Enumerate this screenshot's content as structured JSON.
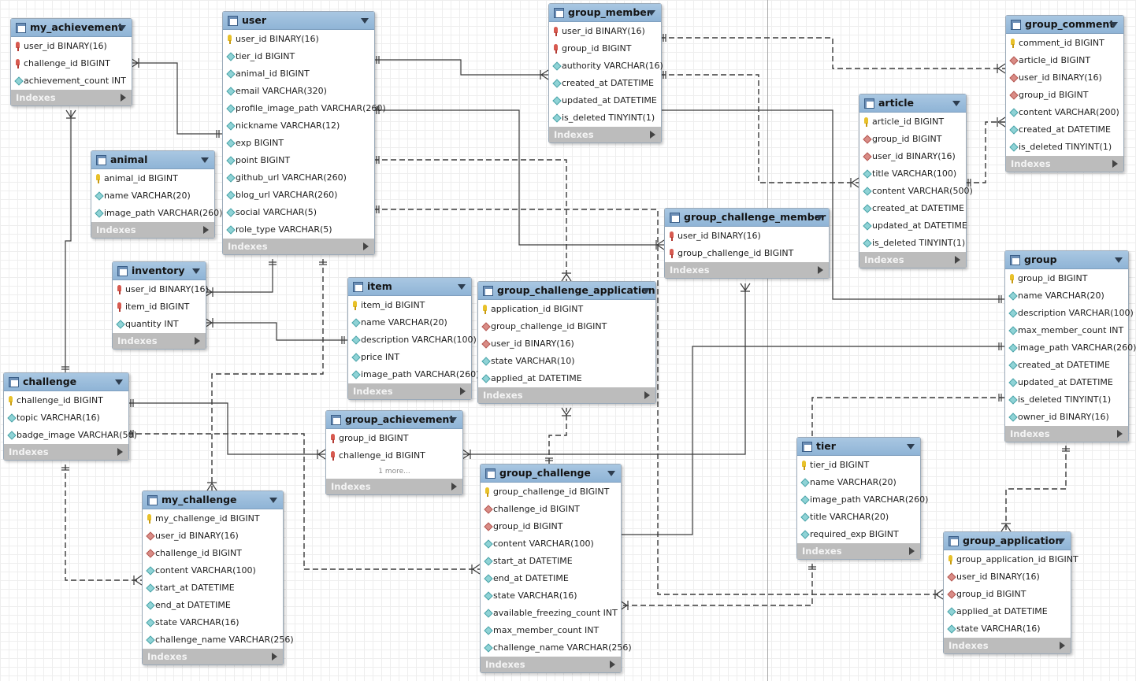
{
  "diagram": {
    "indexes_label": "Indexes",
    "entities": [
      {
        "id": "my_achievement",
        "name": "my_achievement",
        "fields": [
          {
            "name": "user_id BINARY(16)",
            "kind": "pkfk"
          },
          {
            "name": "challenge_id BIGINT",
            "kind": "pkfk"
          },
          {
            "name": "achievement_count INT",
            "kind": "col"
          }
        ]
      },
      {
        "id": "user",
        "name": "user",
        "fields": [
          {
            "name": "user_id BINARY(16)",
            "kind": "pk"
          },
          {
            "name": "tier_id BIGINT",
            "kind": "col"
          },
          {
            "name": "animal_id BIGINT",
            "kind": "col"
          },
          {
            "name": "email VARCHAR(320)",
            "kind": "col"
          },
          {
            "name": "profile_image_path VARCHAR(260)",
            "kind": "col"
          },
          {
            "name": "nickname VARCHAR(12)",
            "kind": "col"
          },
          {
            "name": "exp BIGINT",
            "kind": "col"
          },
          {
            "name": "point BIGINT",
            "kind": "col"
          },
          {
            "name": "github_url VARCHAR(260)",
            "kind": "col"
          },
          {
            "name": "blog_url VARCHAR(260)",
            "kind": "col"
          },
          {
            "name": "social VARCHAR(5)",
            "kind": "col"
          },
          {
            "name": "role_type VARCHAR(5)",
            "kind": "col"
          }
        ]
      },
      {
        "id": "group_member",
        "name": "group_member",
        "fields": [
          {
            "name": "user_id BINARY(16)",
            "kind": "pkfk"
          },
          {
            "name": "group_id BIGINT",
            "kind": "pkfk"
          },
          {
            "name": "authority VARCHAR(16)",
            "kind": "col"
          },
          {
            "name": "created_at DATETIME",
            "kind": "col"
          },
          {
            "name": "updated_at DATETIME",
            "kind": "col"
          },
          {
            "name": "is_deleted TINYINT(1)",
            "kind": "col"
          }
        ]
      },
      {
        "id": "group_comment",
        "name": "group_comment",
        "fields": [
          {
            "name": "comment_id BIGINT",
            "kind": "pk"
          },
          {
            "name": "article_id BIGINT",
            "kind": "fk"
          },
          {
            "name": "user_id BINARY(16)",
            "kind": "fk"
          },
          {
            "name": "group_id BIGINT",
            "kind": "fk"
          },
          {
            "name": "content VARCHAR(200)",
            "kind": "col"
          },
          {
            "name": "created_at DATETIME",
            "kind": "col"
          },
          {
            "name": "is_deleted TINYINT(1)",
            "kind": "col"
          }
        ]
      },
      {
        "id": "animal",
        "name": "animal",
        "fields": [
          {
            "name": "animal_id BIGINT",
            "kind": "pk"
          },
          {
            "name": "name VARCHAR(20)",
            "kind": "col"
          },
          {
            "name": "image_path VARCHAR(260)",
            "kind": "col"
          }
        ]
      },
      {
        "id": "article",
        "name": "article",
        "fields": [
          {
            "name": "article_id BIGINT",
            "kind": "pk"
          },
          {
            "name": "group_id BIGINT",
            "kind": "fk"
          },
          {
            "name": "user_id BINARY(16)",
            "kind": "fk"
          },
          {
            "name": "title VARCHAR(100)",
            "kind": "col"
          },
          {
            "name": "content VARCHAR(500)",
            "kind": "col"
          },
          {
            "name": "created_at DATETIME",
            "kind": "col"
          },
          {
            "name": "updated_at DATETIME",
            "kind": "col"
          },
          {
            "name": "is_deleted TINYINT(1)",
            "kind": "col"
          }
        ]
      },
      {
        "id": "group_challenge_member",
        "name": "group_challenge_member",
        "fields": [
          {
            "name": "user_id BINARY(16)",
            "kind": "pkfk"
          },
          {
            "name": "group_challenge_id BIGINT",
            "kind": "pkfk"
          }
        ]
      },
      {
        "id": "inventory",
        "name": "inventory",
        "fields": [
          {
            "name": "user_id BINARY(16)",
            "kind": "pkfk"
          },
          {
            "name": "item_id BIGINT",
            "kind": "pkfk"
          },
          {
            "name": "quantity INT",
            "kind": "col"
          }
        ]
      },
      {
        "id": "item",
        "name": "item",
        "fields": [
          {
            "name": "item_id BIGINT",
            "kind": "pk"
          },
          {
            "name": "name VARCHAR(20)",
            "kind": "col"
          },
          {
            "name": "description VARCHAR(100)",
            "kind": "col"
          },
          {
            "name": "price INT",
            "kind": "col"
          },
          {
            "name": "image_path VARCHAR(260)",
            "kind": "col"
          }
        ]
      },
      {
        "id": "group_challenge_application",
        "name": "group_challenge_application",
        "fields": [
          {
            "name": "application_id BIGINT",
            "kind": "pk"
          },
          {
            "name": "group_challenge_id BIGINT",
            "kind": "fk"
          },
          {
            "name": "user_id BINARY(16)",
            "kind": "fk"
          },
          {
            "name": "state VARCHAR(10)",
            "kind": "col"
          },
          {
            "name": "applied_at DATETIME",
            "kind": "col"
          }
        ]
      },
      {
        "id": "group",
        "name": "group",
        "fields": [
          {
            "name": "group_id BIGINT",
            "kind": "pk"
          },
          {
            "name": "name VARCHAR(20)",
            "kind": "col"
          },
          {
            "name": "description VARCHAR(100)",
            "kind": "col"
          },
          {
            "name": "max_member_count INT",
            "kind": "col"
          },
          {
            "name": "image_path VARCHAR(260)",
            "kind": "col"
          },
          {
            "name": "created_at DATETIME",
            "kind": "col"
          },
          {
            "name": "updated_at DATETIME",
            "kind": "col"
          },
          {
            "name": "is_deleted TINYINT(1)",
            "kind": "col"
          },
          {
            "name": "owner_id BINARY(16)",
            "kind": "col"
          }
        ]
      },
      {
        "id": "challenge",
        "name": "challenge",
        "fields": [
          {
            "name": "challenge_id BIGINT",
            "kind": "pk"
          },
          {
            "name": "topic VARCHAR(16)",
            "kind": "col"
          },
          {
            "name": "badge_image VARCHAR(50)",
            "kind": "col"
          }
        ]
      },
      {
        "id": "group_achievement",
        "name": "group_achievement",
        "more": "1 more...",
        "fields": [
          {
            "name": "group_id BIGINT",
            "kind": "pkfk"
          },
          {
            "name": "challenge_id BIGINT",
            "kind": "pkfk"
          }
        ]
      },
      {
        "id": "group_challenge",
        "name": "group_challenge",
        "fields": [
          {
            "name": "group_challenge_id BIGINT",
            "kind": "pk"
          },
          {
            "name": "challenge_id BIGINT",
            "kind": "fk"
          },
          {
            "name": "group_id BIGINT",
            "kind": "fk"
          },
          {
            "name": "content VARCHAR(100)",
            "kind": "col"
          },
          {
            "name": "start_at DATETIME",
            "kind": "col"
          },
          {
            "name": "end_at DATETIME",
            "kind": "col"
          },
          {
            "name": "state VARCHAR(16)",
            "kind": "col"
          },
          {
            "name": "available_freezing_count INT",
            "kind": "col"
          },
          {
            "name": "max_member_count INT",
            "kind": "col"
          },
          {
            "name": "challenge_name VARCHAR(256)",
            "kind": "col"
          }
        ]
      },
      {
        "id": "tier",
        "name": "tier",
        "fields": [
          {
            "name": "tier_id BIGINT",
            "kind": "pk"
          },
          {
            "name": "name VARCHAR(20)",
            "kind": "col"
          },
          {
            "name": "image_path VARCHAR(260)",
            "kind": "col"
          },
          {
            "name": "title VARCHAR(20)",
            "kind": "col"
          },
          {
            "name": "required_exp BIGINT",
            "kind": "col"
          }
        ]
      },
      {
        "id": "my_challenge",
        "name": "my_challenge",
        "fields": [
          {
            "name": "my_challenge_id BIGINT",
            "kind": "pk"
          },
          {
            "name": "user_id BINARY(16)",
            "kind": "fk"
          },
          {
            "name": "challenge_id BIGINT",
            "kind": "fk"
          },
          {
            "name": "content VARCHAR(100)",
            "kind": "col"
          },
          {
            "name": "start_at DATETIME",
            "kind": "col"
          },
          {
            "name": "end_at DATETIME",
            "kind": "col"
          },
          {
            "name": "state VARCHAR(16)",
            "kind": "col"
          },
          {
            "name": "challenge_name VARCHAR(256)",
            "kind": "col"
          }
        ]
      },
      {
        "id": "group_application",
        "name": "group_application",
        "fields": [
          {
            "name": "group_application_id BIGINT",
            "kind": "pk"
          },
          {
            "name": "user_id BINARY(16)",
            "kind": "fk"
          },
          {
            "name": "group_id BIGINT",
            "kind": "fk"
          },
          {
            "name": "applied_at DATETIME",
            "kind": "col"
          },
          {
            "name": "state VARCHAR(16)",
            "kind": "col"
          }
        ]
      }
    ]
  }
}
